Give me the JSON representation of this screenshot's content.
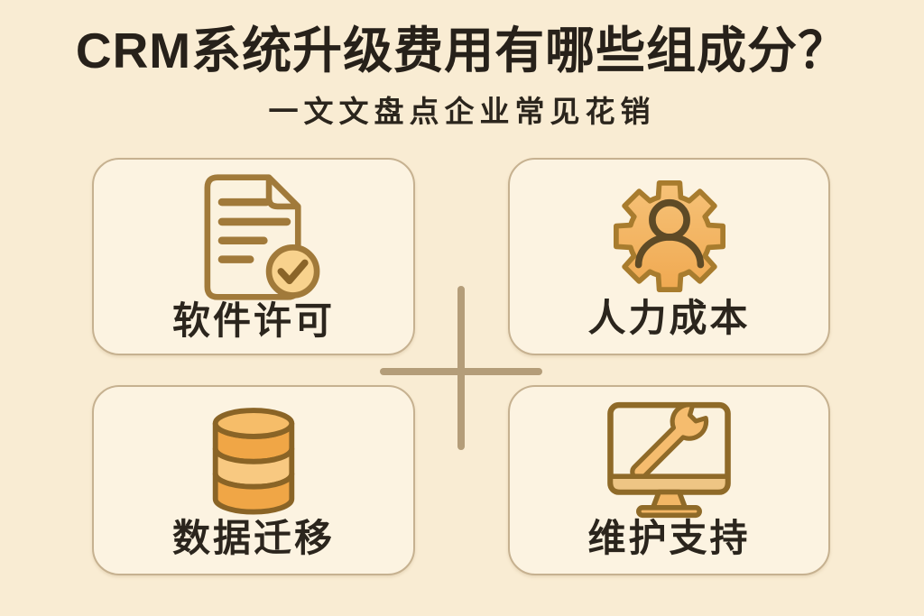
{
  "header": {
    "title": "CRM系统升级费用有哪些组成分？",
    "subtitle": "一文文盘点企业常见花销"
  },
  "cards": [
    {
      "key": "software-license",
      "label": "软件许可",
      "icon": "document-check-icon"
    },
    {
      "key": "labor-cost",
      "label": "人力成本",
      "icon": "gear-person-icon"
    },
    {
      "key": "data-migration",
      "label": "数据迁移",
      "icon": "database-icon"
    },
    {
      "key": "maintenance-support",
      "label": "维护支持",
      "icon": "monitor-wrench-icon"
    }
  ],
  "divider": {
    "icon": "plus-icon"
  },
  "colors": {
    "background": "#f9ecd3",
    "card_background": "#fcf3e1",
    "card_border": "#c6b190",
    "title_text": "#27211a",
    "label_text": "#2b251d",
    "icon_stroke_gold": "#a17a3a",
    "icon_stroke_dark": "#8a6426",
    "icon_orange": "#f2b060",
    "icon_orange_light": "#f7c983",
    "icon_cream": "#fbf2de",
    "person_stroke": "#5e4a26",
    "plus": "#b49d79"
  }
}
